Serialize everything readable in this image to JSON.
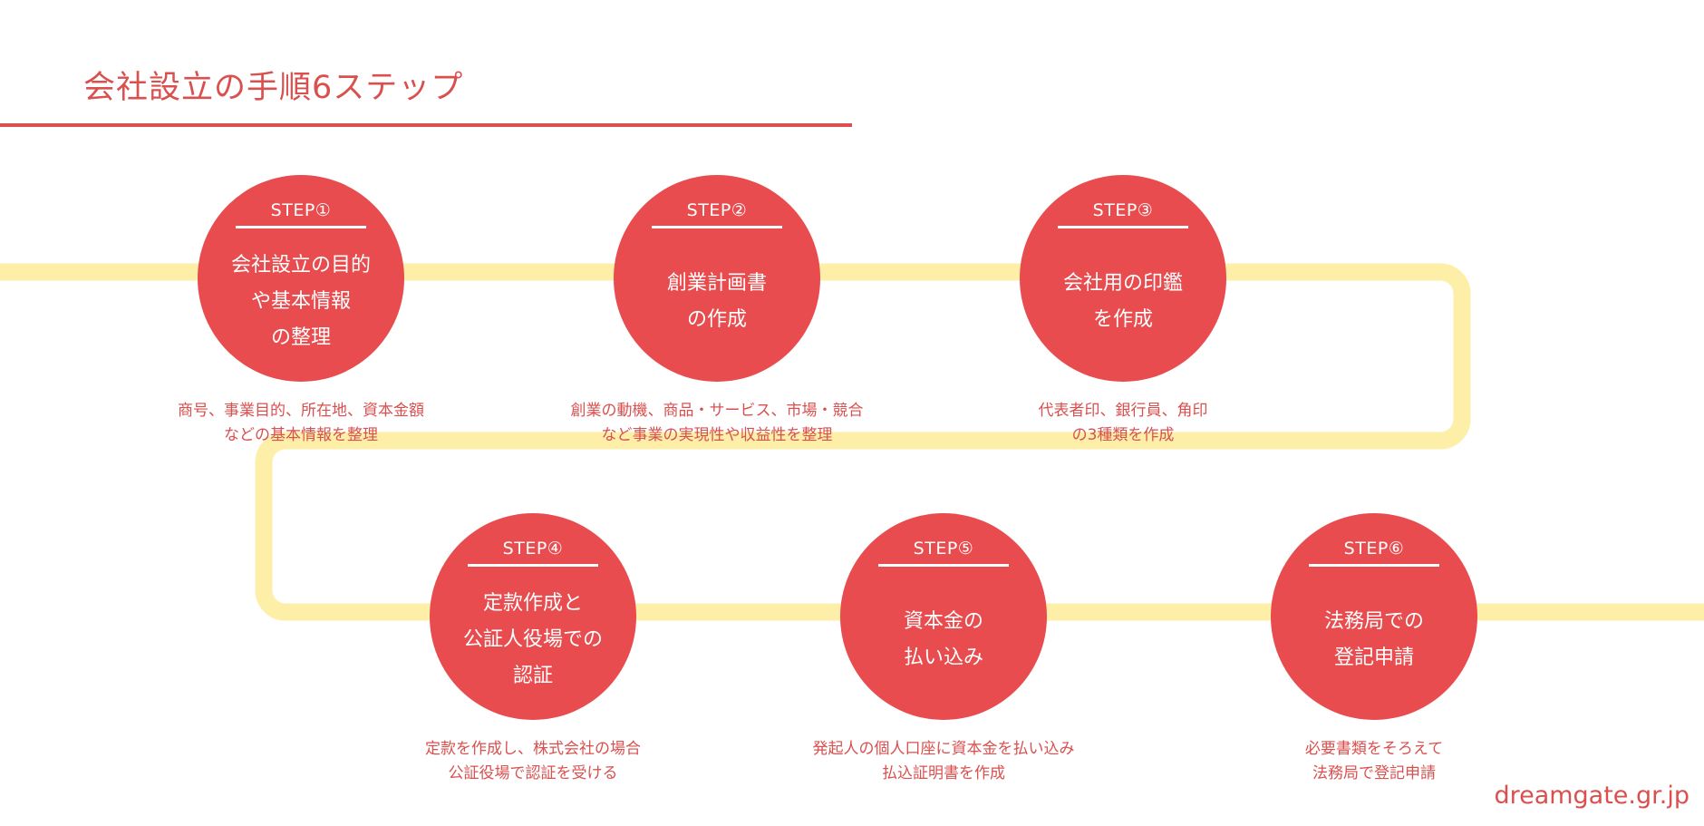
{
  "title": "会社設立の手順6ステップ",
  "colors": {
    "accent": "#e84c4f",
    "path": "#fdeea8",
    "text": "#d9504f"
  },
  "steps": [
    {
      "label": "STEP①",
      "lines": [
        "会社設立の目的",
        "や基本情報",
        "の整理"
      ],
      "desc": [
        "商号、事業目的、所在地、資本金額",
        "などの基本情報を整理"
      ]
    },
    {
      "label": "STEP②",
      "lines": [
        "創業計画書",
        "の作成"
      ],
      "desc": [
        "創業の動機、商品・サービス、市場・競合",
        "など事業の実現性や収益性を整理"
      ]
    },
    {
      "label": "STEP③",
      "lines": [
        "会社用の印鑑",
        "を作成"
      ],
      "desc": [
        "代表者印、銀行員、角印",
        "の3種類を作成"
      ]
    },
    {
      "label": "STEP④",
      "lines": [
        "定款作成と",
        "公証人役場での",
        "認証"
      ],
      "desc": [
        "定款を作成し、株式会社の場合",
        "公証役場で認証を受ける"
      ]
    },
    {
      "label": "STEP⑤",
      "lines": [
        "資本金の",
        "払い込み"
      ],
      "desc": [
        "発起人の個人口座に資本金を払い込み",
        "払込証明書を作成"
      ]
    },
    {
      "label": "STEP⑥",
      "lines": [
        "法務局での",
        "登記申請"
      ],
      "desc": [
        "必要書類をそろえて",
        "法務局で登記申請"
      ]
    }
  ],
  "footer": "dreamgate.gr.jp"
}
